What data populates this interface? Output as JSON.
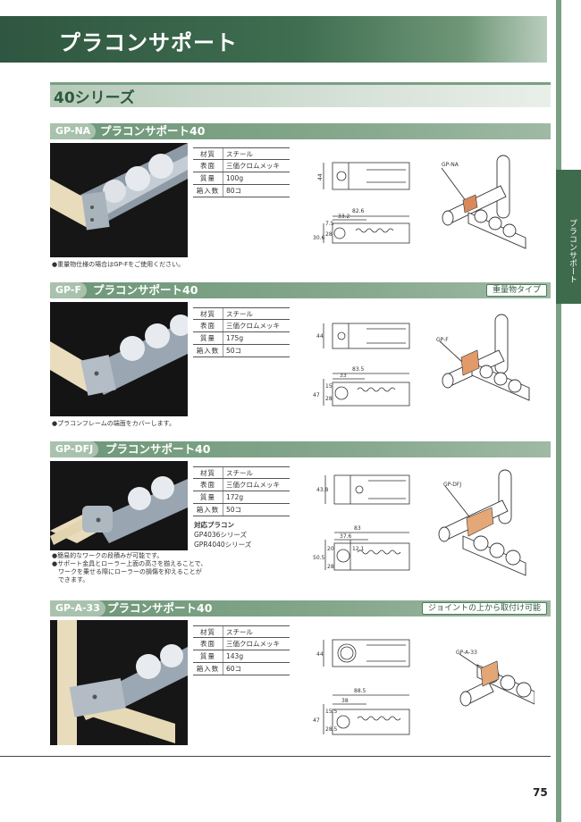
{
  "page": {
    "title": "プラコンサポート",
    "series_title": "40シリーズ",
    "side_tab": "プラコンサポート",
    "page_number": "75"
  },
  "sections": [
    {
      "code": "GP-NA",
      "name": "プラコンサポート40",
      "badge": "",
      "specs": [
        {
          "key": "材質",
          "value": "スチール"
        },
        {
          "key": "表面",
          "value": "三価クロムメッキ"
        },
        {
          "key": "質量",
          "value": "100g"
        },
        {
          "key": "箱入数",
          "value": "80コ"
        }
      ],
      "notes": [
        "●重量物仕様の場合はGP-Fをご使用ください。"
      ],
      "dims": {
        "top_height": "44",
        "w1": "82.6",
        "w2": "33.2",
        "h1": "30.6",
        "h2": "28",
        "h3": "7.5"
      },
      "iso_label": "GP-NA"
    },
    {
      "code": "GP-F",
      "name": "プラコンサポート40",
      "badge": "重量物タイプ",
      "specs": [
        {
          "key": "材質",
          "value": "スチール"
        },
        {
          "key": "表面",
          "value": "三価クロムメッキ"
        },
        {
          "key": "質量",
          "value": "175g"
        },
        {
          "key": "箱入数",
          "value": "50コ"
        }
      ],
      "notes": [
        "●プラコンフレームの端面をカバーします。"
      ],
      "dims": {
        "top_height": "44",
        "w1": "83.5",
        "w2": "33",
        "h1": "47",
        "h2": "28",
        "h3": "15"
      },
      "iso_label": "GP-F"
    },
    {
      "code": "GP-DFJ",
      "name": "プラコンサポート40",
      "badge": "",
      "specs": [
        {
          "key": "材質",
          "value": "スチール"
        },
        {
          "key": "表面",
          "value": "三価クロムメッキ"
        },
        {
          "key": "質量",
          "value": "172g"
        },
        {
          "key": "箱入数",
          "value": "50コ"
        }
      ],
      "compat_title": "対応プラコン",
      "compat_items": [
        "GP4036シリーズ",
        "GPR4040シリーズ"
      ],
      "notes": [
        "●簡易的なワークの段積みが可能です。",
        "●サポート金具とローラー上面の高さを揃えることで、",
        "　ワークを乗せる際にローラーの損傷を抑えることが",
        "　できます。"
      ],
      "dims": {
        "top_height": "43.8",
        "w1": "83",
        "w2": "37.6",
        "h1": "50.5",
        "h2": "28",
        "h3": "20",
        "h4": "12.1"
      },
      "iso_label": "GP-DFJ"
    },
    {
      "code": "GP-A-33",
      "name": "プラコンサポート40",
      "badge": "ジョイントの上から取付け可能",
      "specs": [
        {
          "key": "材質",
          "value": "スチール"
        },
        {
          "key": "表面",
          "value": "三価クロムメッキ"
        },
        {
          "key": "質量",
          "value": "143g"
        },
        {
          "key": "箱入数",
          "value": "60コ"
        }
      ],
      "notes": [],
      "dims": {
        "top_height": "44",
        "w1": "88.5",
        "w2": "38",
        "h1": "47",
        "h2": "28.5",
        "h3": "15.5"
      },
      "iso_label": "GP-A-33"
    }
  ]
}
